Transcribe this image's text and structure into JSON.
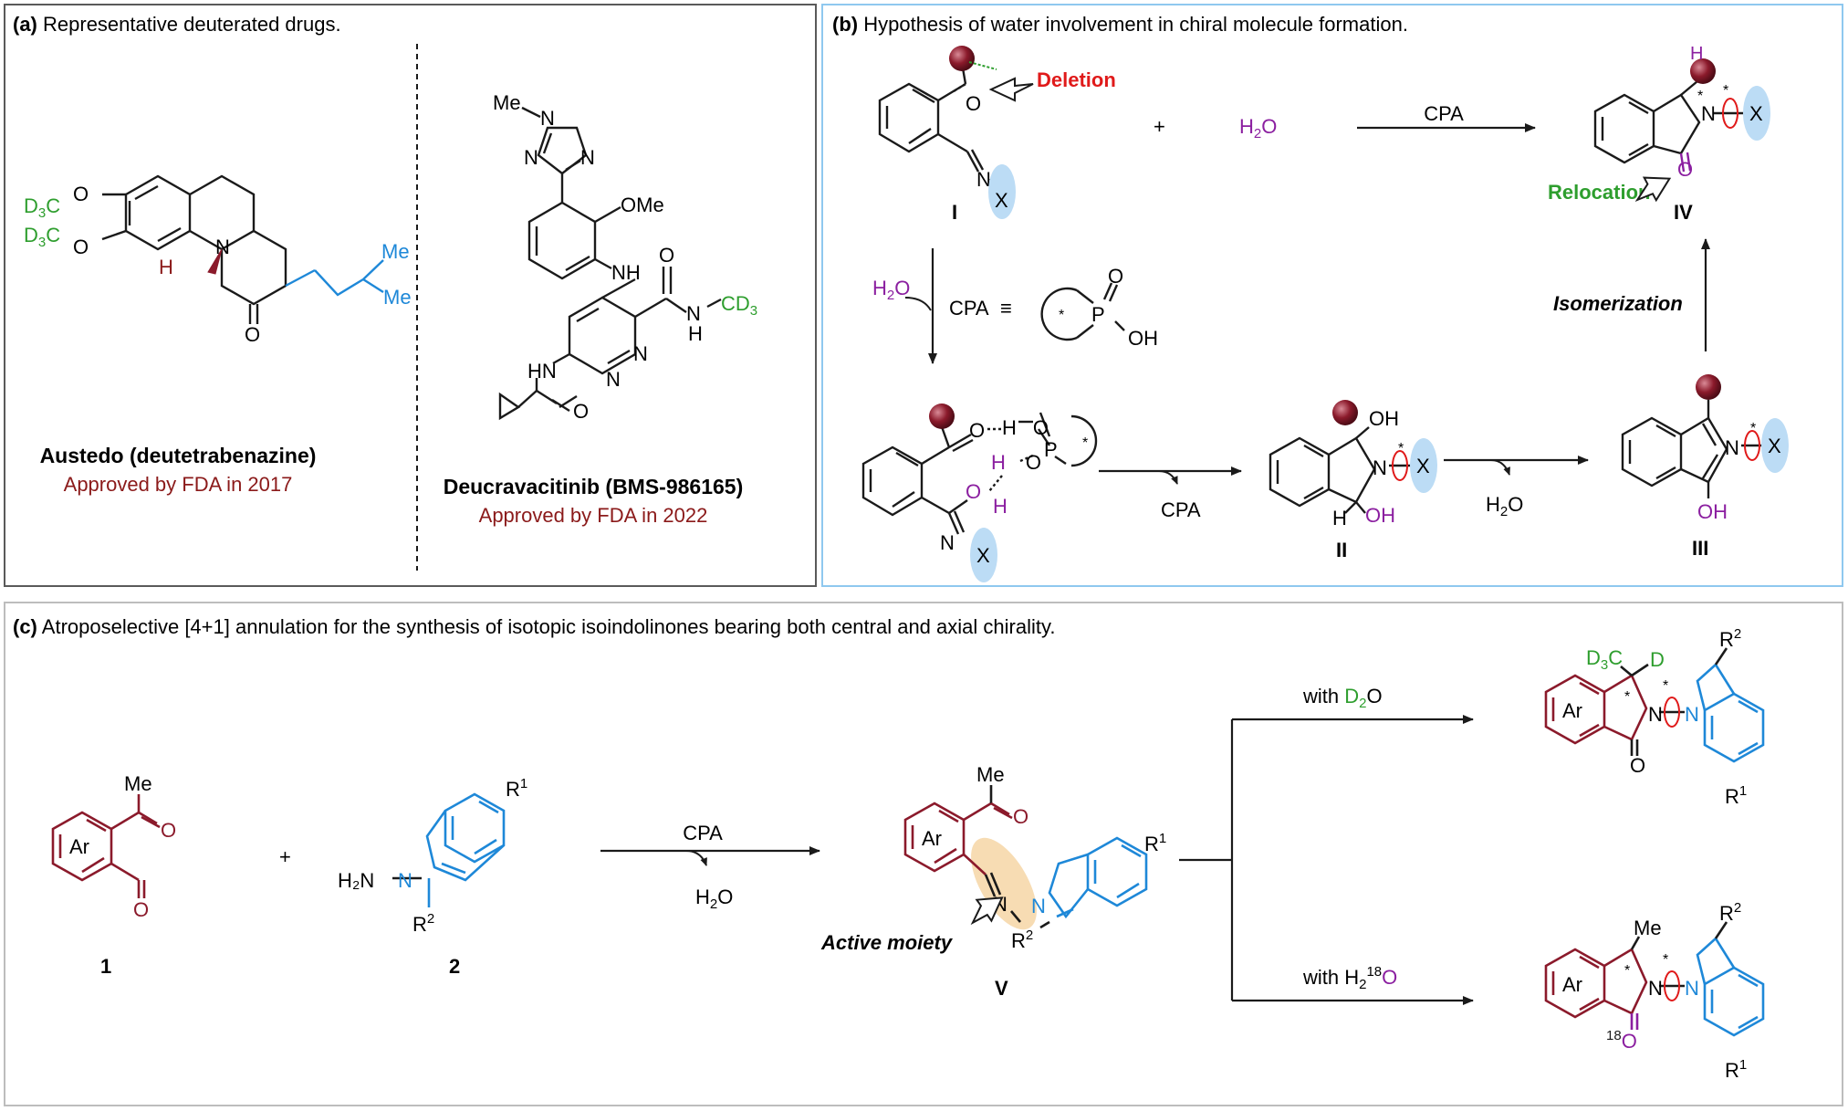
{
  "panels": {
    "a": {
      "tag": "(a)",
      "title": "Representative deuterated drugs.",
      "drug1": {
        "name": "Austedo (deutetrabenazine)",
        "approval": "Approved by FDA in 2017",
        "atoms": {
          "d3": "D",
          "three": "3",
          "c": "C",
          "o": "O",
          "n": "N",
          "h": "H",
          "me": "Me"
        }
      },
      "drug2": {
        "name": "Deucravacitinib (BMS-986165)",
        "approval": "Approved by FDA in 2022",
        "atoms": {
          "me_n": "Me",
          "n": "N",
          "ome": "OMe",
          "nh": "NH",
          "h": "H",
          "d": "D",
          "three": "3",
          "hn": "HN",
          "o": "O",
          "c": "C"
        }
      }
    },
    "b": {
      "tag": "(b)",
      "title": "Hypothesis of water involvement in chiral molecule formation.",
      "deletion": "Deletion",
      "relocation": "Relocation",
      "plus": "+",
      "water": "H",
      "water_sub": "2",
      "water_o": "O",
      "cpa": "CPA",
      "cpa_equiv": "≡",
      "isomerization": "Isomerization",
      "labels": {
        "I": "I",
        "II": "II",
        "III": "III",
        "IV": "IV"
      },
      "atoms": {
        "o": "O",
        "n": "N",
        "x": "X",
        "h": "H",
        "p": "P",
        "oh": "OH",
        "star": "*",
        "ho": "H–O"
      }
    },
    "c": {
      "tag": "(c)",
      "title": "Atroposelective [4+1] annulation for the synthesis of isotopic isoindolinones bearing both central and axial chirality.",
      "compound_labels": {
        "one": "1",
        "two": "2",
        "V": "V"
      },
      "active_moiety": "Active moiety",
      "plus": "+",
      "cpa": "CPA",
      "with_d2o_prefix": "with ",
      "d2o_d": "D",
      "d2o_sub": "2",
      "d2o_o": "O",
      "with_h218o_prefix": "with H",
      "h218o_sub": "2",
      "h218o_sup": "18",
      "h218o_o": "O",
      "atoms": {
        "ar": "Ar",
        "me": "Me",
        "o": "O",
        "n": "N",
        "h2n": "H₂N",
        "r1": "R",
        "r2": "R",
        "one": "1",
        "two": "2",
        "d3c": "D",
        "three": "3",
        "c": "C",
        "d": "D",
        "star": "*",
        "eighteen": "18"
      }
    }
  },
  "colors": {
    "maroon": "#8b1a2b",
    "blue": "#1e88d8",
    "green": "#2e9e2e",
    "purple": "#8b1fa0",
    "red": "#e01a1a",
    "darkred": "#8b1a1a",
    "panel_a_border": "#5a5a5a",
    "panel_b_border": "#8fc8ef",
    "panel_c_border": "#bdbdbd",
    "ellipse_blue": "#bcdcf5",
    "ellipse_orange": "#f7dcb3"
  }
}
